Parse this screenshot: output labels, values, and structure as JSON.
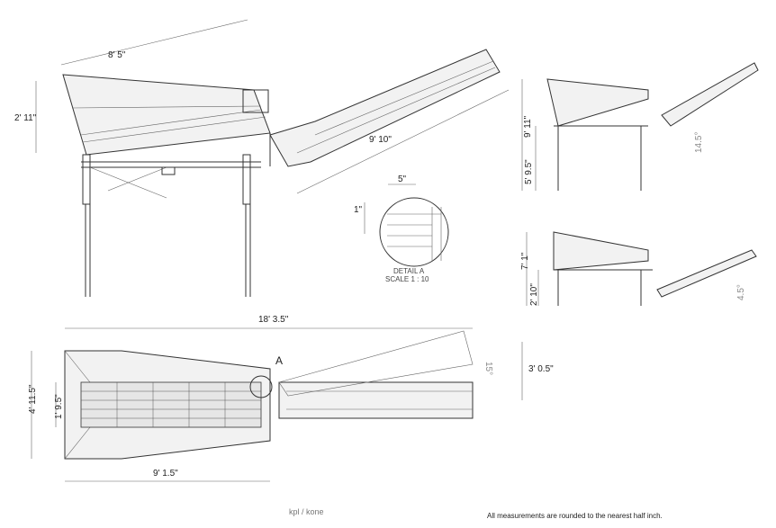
{
  "side_view": {
    "hopper_length": "8' 5\"",
    "hopper_height": "2' 11\"",
    "conveyor_length": "9' 10\""
  },
  "detail_a": {
    "width_dim": "5\"",
    "spacing_dim": "1\"",
    "title": "DETAIL A",
    "scale": "SCALE 1 : 10"
  },
  "right_top_view": {
    "overall_height": "9' 11\"",
    "frame_height": "5' 9.5\"",
    "angle": "14.5°"
  },
  "right_mid_view": {
    "overall_height": "7' 1\"",
    "frame_height": "2' 10\"",
    "angle": "4.5°"
  },
  "plan_view": {
    "overall_length": "18' 3.5\"",
    "overall_width": "4' 11.5\"",
    "grate_width": "1' 9.5\"",
    "hopper_length": "9' 1.5\"",
    "conveyor_offset": "3' 0.5\"",
    "swing_angle": "15°",
    "detail_marker": "A"
  },
  "footer": {
    "author": "kpl / kone",
    "note": "All measurements are rounded to the nearest half inch."
  }
}
